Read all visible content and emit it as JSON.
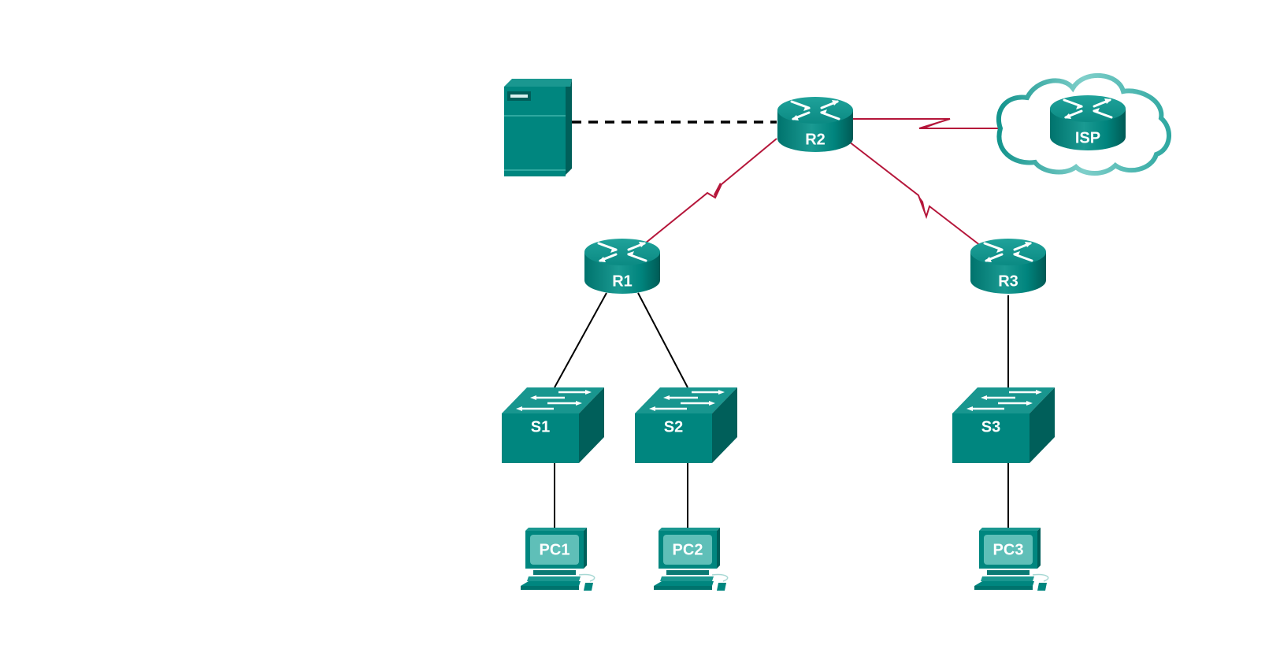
{
  "diagram": {
    "type": "network-topology",
    "colors": {
      "device_teal": "#00857e",
      "device_dark": "#005f5a",
      "device_light": "#2aa59d",
      "serial_link": "#b5163a",
      "ethernet_link": "#000000",
      "cloud_outline": "#3cb3ad"
    },
    "devices": [
      {
        "id": "server",
        "label": "",
        "kind": "server",
        "icon": "server-icon"
      },
      {
        "id": "R2",
        "label": "R2",
        "kind": "router",
        "icon": "router-icon"
      },
      {
        "id": "ISP",
        "label": "ISP",
        "kind": "router",
        "icon": "router-icon",
        "in_cloud": true
      },
      {
        "id": "R1",
        "label": "R1",
        "kind": "router",
        "icon": "router-icon"
      },
      {
        "id": "R3",
        "label": "R3",
        "kind": "router",
        "icon": "router-icon"
      },
      {
        "id": "S1",
        "label": "S1",
        "kind": "switch",
        "icon": "switch-icon"
      },
      {
        "id": "S2",
        "label": "S2",
        "kind": "switch",
        "icon": "switch-icon"
      },
      {
        "id": "S3",
        "label": "S3",
        "kind": "switch",
        "icon": "switch-icon"
      },
      {
        "id": "PC1",
        "label": "PC1",
        "kind": "pc",
        "icon": "pc-icon"
      },
      {
        "id": "PC2",
        "label": "PC2",
        "kind": "pc",
        "icon": "pc-icon"
      },
      {
        "id": "PC3",
        "label": "PC3",
        "kind": "pc",
        "icon": "pc-icon"
      }
    ],
    "links": [
      {
        "from": "server",
        "to": "R2",
        "type": "dashed"
      },
      {
        "from": "R2",
        "to": "ISP",
        "type": "serial"
      },
      {
        "from": "R2",
        "to": "R1",
        "type": "serial"
      },
      {
        "from": "R2",
        "to": "R3",
        "type": "serial"
      },
      {
        "from": "R1",
        "to": "S1",
        "type": "ethernet"
      },
      {
        "from": "R1",
        "to": "S2",
        "type": "ethernet"
      },
      {
        "from": "R3",
        "to": "S3",
        "type": "ethernet"
      },
      {
        "from": "S1",
        "to": "PC1",
        "type": "ethernet"
      },
      {
        "from": "S2",
        "to": "PC2",
        "type": "ethernet"
      },
      {
        "from": "S3",
        "to": "PC3",
        "type": "ethernet"
      }
    ]
  }
}
